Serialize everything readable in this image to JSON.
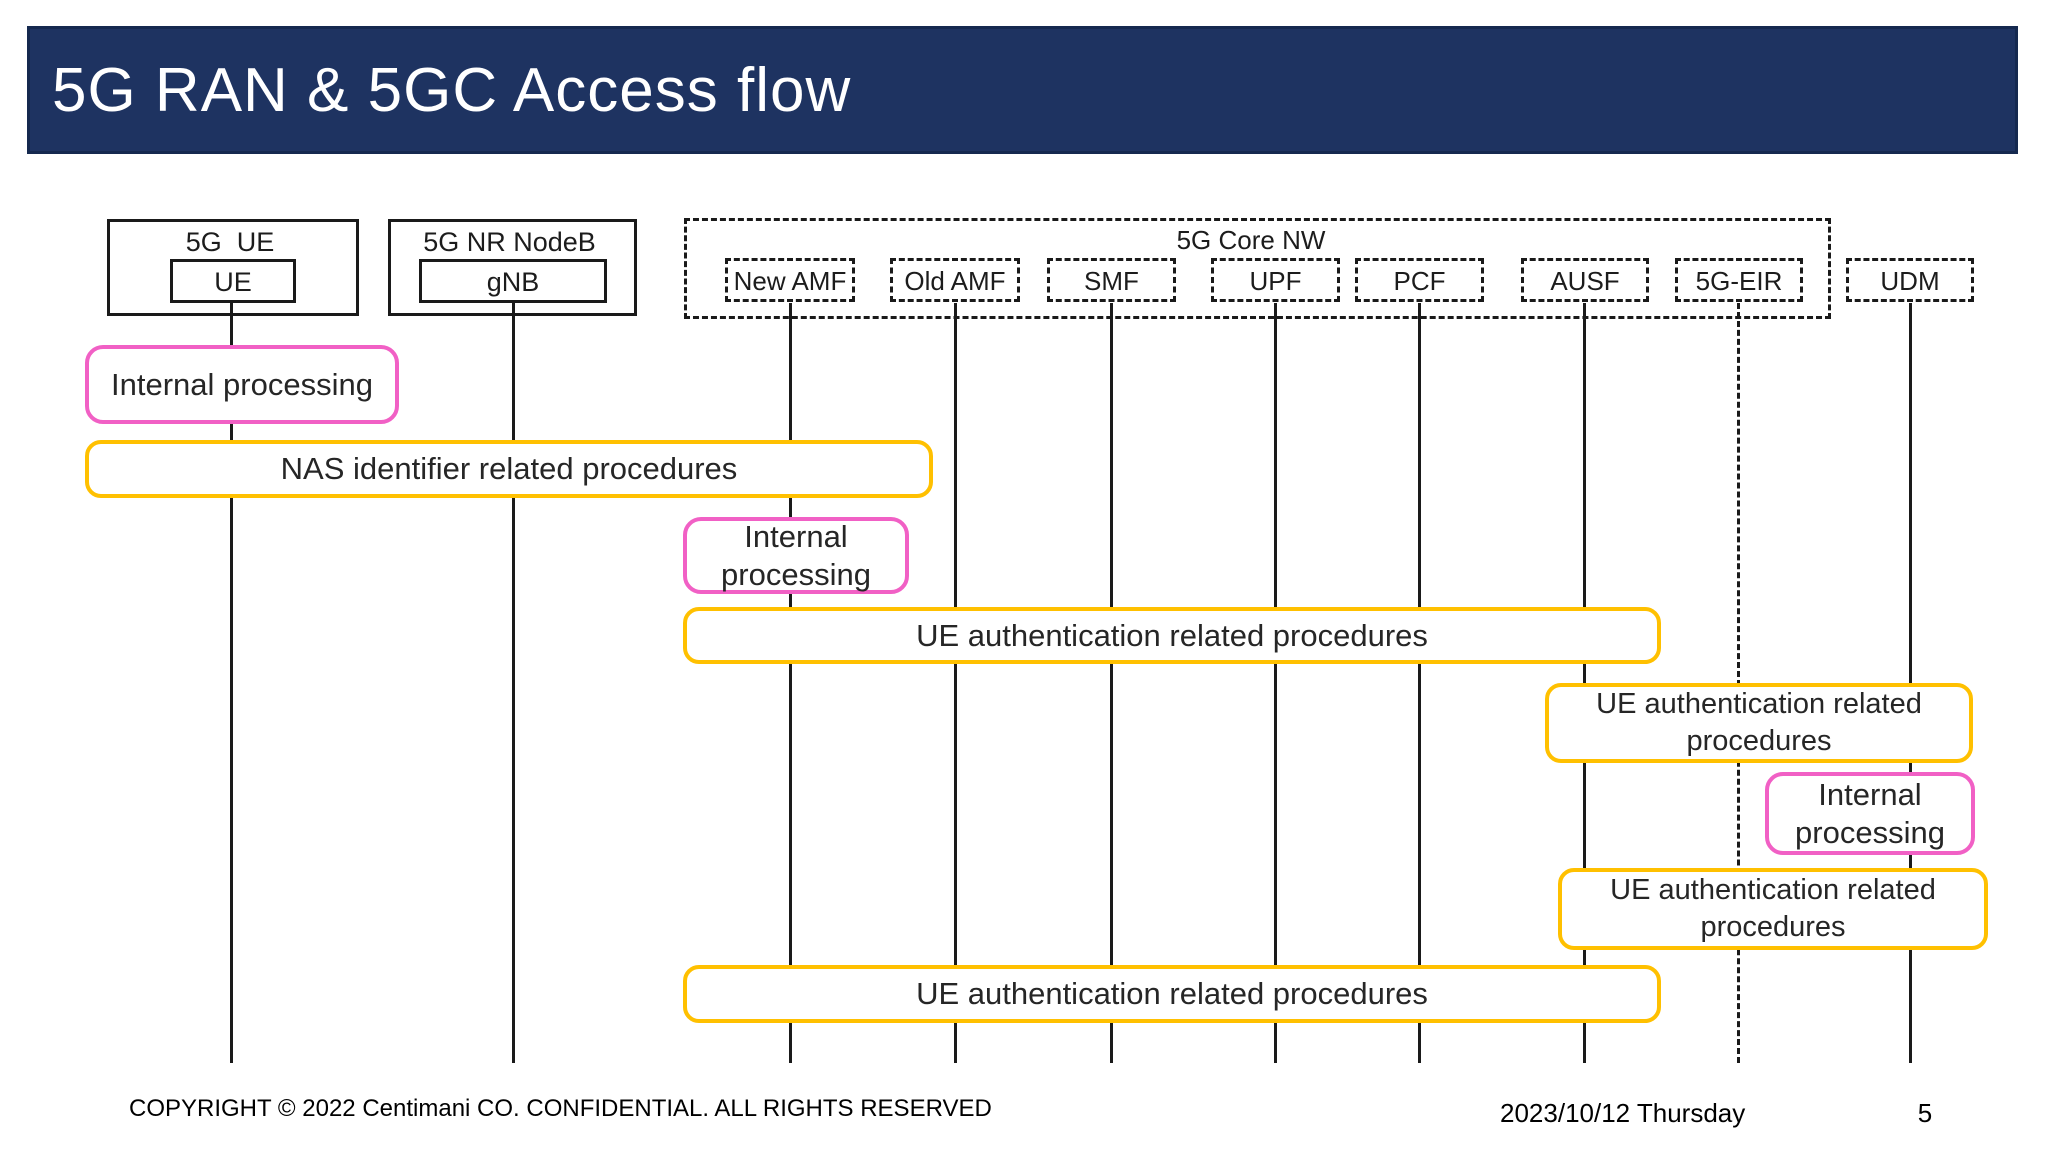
{
  "header": {
    "title": "5G RAN & 5GC Access flow"
  },
  "colors": {
    "header_bg": "#1E3361",
    "header_border": "#15294F",
    "procedure_border": "#FFC000",
    "internal_border": "#F160C5",
    "lifeline": "#1a1a1a"
  },
  "actors": {
    "ue_group": "5G  UE",
    "ue_node": "UE",
    "gnb_group": "5G NR NodeB",
    "gnb_node": "gNB",
    "core_group": "5G Core NW",
    "new_amf": "New AMF",
    "old_amf": "Old AMF",
    "smf": "SMF",
    "upf": "UPF",
    "pcf": "PCF",
    "ausf": "AUSF",
    "eir": "5G-EIR",
    "udm": "UDM"
  },
  "boxes": {
    "internal_processing_ue": "Internal processing",
    "nas_procedures": "NAS identifier related procedures",
    "internal_processing_amf": "Internal processing",
    "ue_auth_wide_1": "UE authentication related procedures",
    "ue_auth_right_1": "UE authentication related procedures",
    "internal_processing_udm": "Internal processing",
    "ue_auth_right_2": "UE authentication related procedures",
    "ue_auth_wide_2": "UE authentication related procedures"
  },
  "footer": {
    "copyright": "COPYRIGHT © 2022 Centimani CO. CONFIDENTIAL. ALL RIGHTS RESERVED",
    "date": "2023/10/12 Thursday",
    "page": "5"
  }
}
